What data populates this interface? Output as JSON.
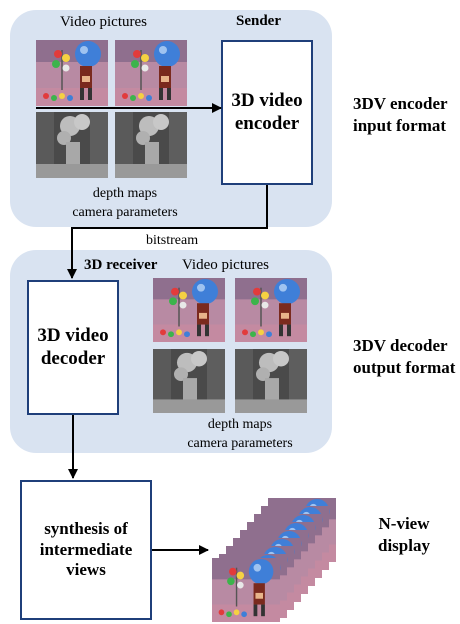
{
  "sender": {
    "title": "Sender",
    "video_label": "Video pictures",
    "encoder_label": "3D video encoder",
    "caption_line1": "depth maps",
    "caption_line2": "camera parameters"
  },
  "side_labels": {
    "encoder_format_line1": "3DV encoder",
    "encoder_format_line2": "input format",
    "decoder_format_line1": "3DV decoder",
    "decoder_format_line2": "output format",
    "nview_line1": "N-view",
    "nview_line2": "display"
  },
  "bitstream_label": "bitstream",
  "receiver": {
    "title": "3D receiver",
    "video_label": "Video pictures",
    "decoder_label": "3D video decoder",
    "caption_line1": "depth maps",
    "caption_line2": "camera parameters"
  },
  "synthesis_label": "synthesis of intermediate views",
  "colors": {
    "panel": "#d9e3f1",
    "block_border": "#1f3f7a",
    "arrow": "#000000"
  }
}
